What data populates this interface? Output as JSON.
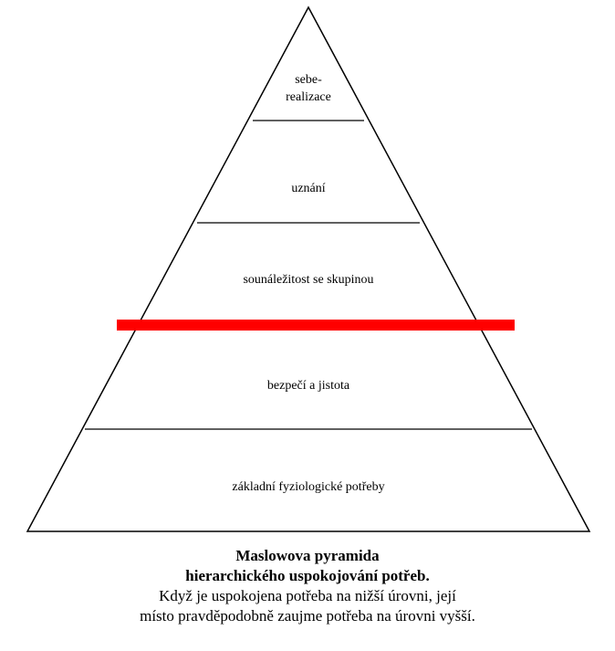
{
  "pyramid": {
    "levels": [
      {
        "lines": [
          "sebe-",
          "realizace"
        ]
      },
      {
        "lines": [
          "uznání"
        ]
      },
      {
        "lines": [
          "sounáležitost se skupinou"
        ]
      },
      {
        "lines": [
          "bezpečí a jistota"
        ]
      },
      {
        "lines": [
          "základní fyziologické potřeby"
        ]
      }
    ],
    "divider_color": "#ff0000",
    "line_color": "#000000"
  },
  "caption": {
    "title_line1": "Maslowova pyramida",
    "title_line2": "hierarchického uspokojování potřeb.",
    "desc_line1": "Když je uspokojena potřeba na nižší úrovni, její",
    "desc_line2": "místo pravděpodobně zaujme potřeba na úrovni vyšší."
  }
}
